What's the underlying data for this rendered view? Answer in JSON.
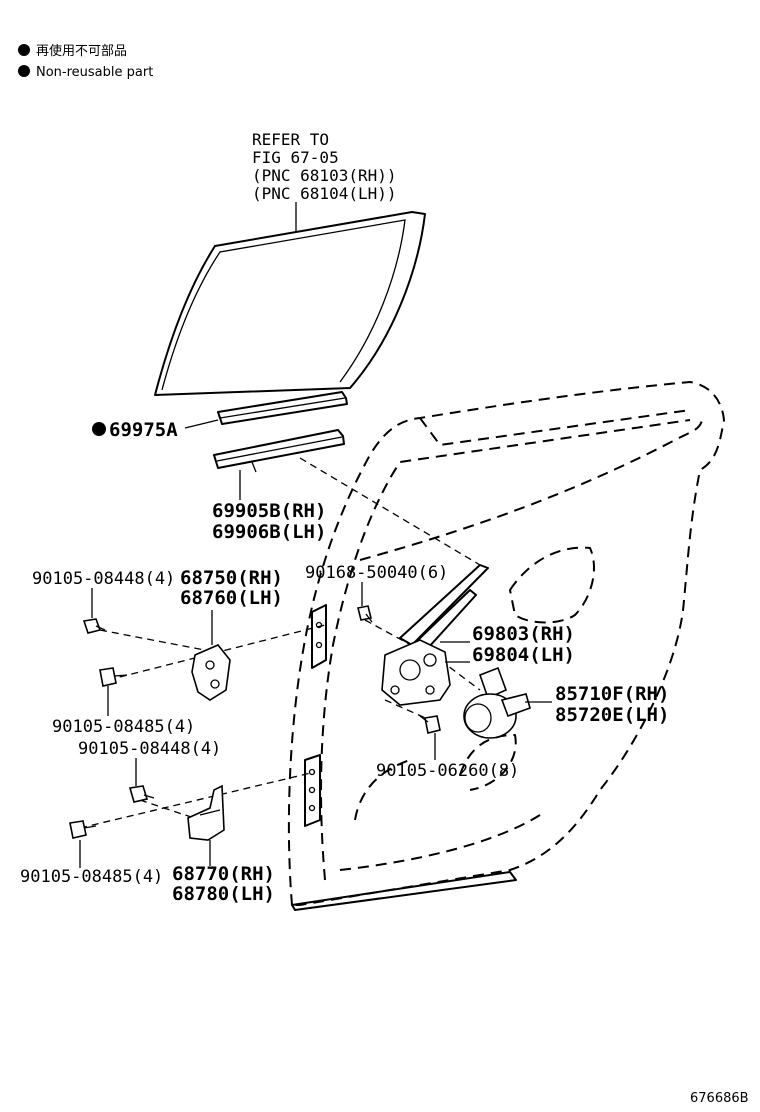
{
  "legend": {
    "items": [
      {
        "label_jp": "再使用不可部品"
      },
      {
        "label_en": "Non-reusable part"
      }
    ]
  },
  "reference": {
    "lines": [
      "REFER TO",
      "FIG 67-05",
      "(PNC 68103(RH))",
      "(PNC 68104(LH))"
    ]
  },
  "callouts": {
    "c69975": "69975A",
    "c69905_rh": "69905B(RH)",
    "c69905_lh": "69906B(LH)",
    "c90105_08448_top": "90105-08448(4)",
    "c68750_rh": "68750(RH)",
    "c68750_lh": "68760(LH)",
    "c90168": "90168-50040(6)",
    "c69803_rh": "69803(RH)",
    "c69803_lh": "69804(LH)",
    "c85710_rh": "85710F(RH)",
    "c85710_lh": "85720E(LH)",
    "c90105_08485_top": "90105-08485(4)",
    "c90105_08448_mid": "90105-08448(4)",
    "c90105_06260": "90105-06260(8)",
    "c90105_08485_bot": "90105-08485(4)",
    "c68770_rh": "68770(RH)",
    "c68770_lh": "68780(LH)"
  },
  "figure_id": "676686B",
  "icons": {
    "non_reusable_marker": "filled-circle-icon"
  },
  "colors": {
    "ink": "#000000",
    "paper": "#ffffff"
  }
}
